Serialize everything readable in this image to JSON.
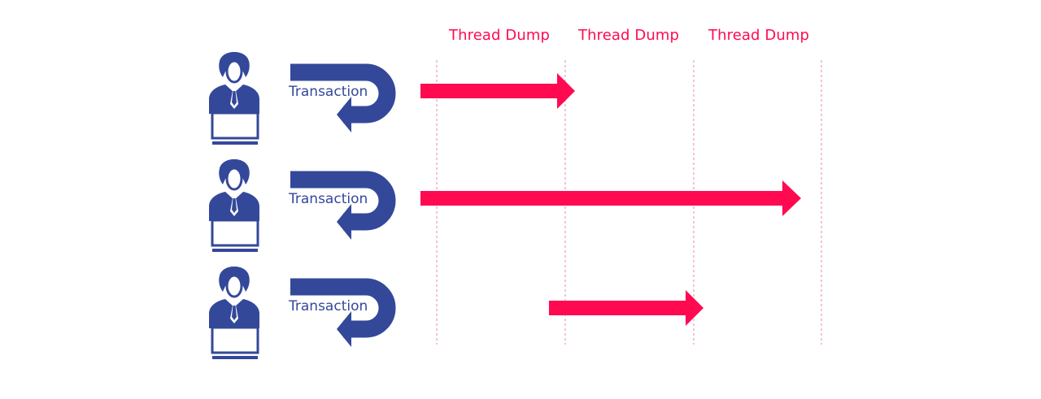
{
  "thread_dumps": [
    {
      "label": "Thread Dump"
    },
    {
      "label": "Thread Dump"
    },
    {
      "label": "Thread Dump"
    }
  ],
  "transactions": [
    {
      "label": "Transaction"
    },
    {
      "label": "Transaction"
    },
    {
      "label": "Transaction"
    }
  ],
  "colors": {
    "accent": "#ff0a50",
    "navy": "#34489a",
    "guide": "#e8a0b4"
  },
  "icons": [
    "user-at-laptop-icon",
    "u-turn-arrow-icon",
    "timeline-arrow"
  ]
}
